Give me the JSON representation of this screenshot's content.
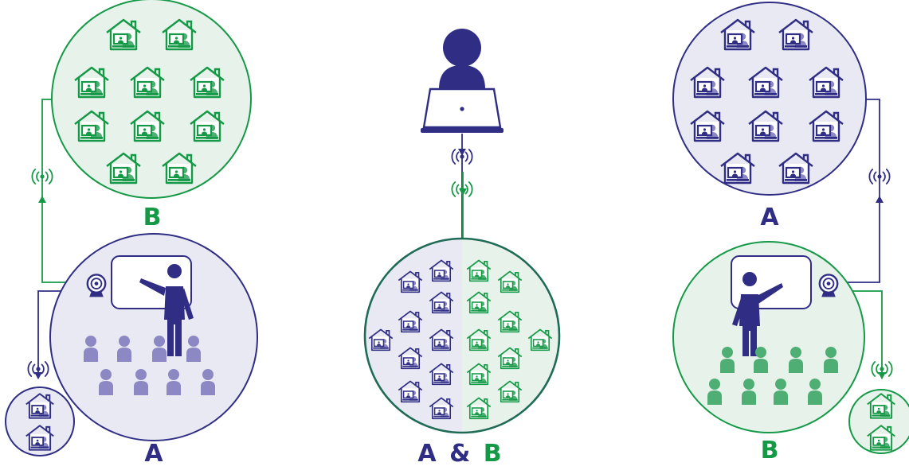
{
  "colors": {
    "blue": "#2f2e84",
    "blue_fill": "#e9e9f4",
    "blue_person": "#8b88c4",
    "green": "#159947",
    "green_fill": "#e7f3ea",
    "green_person": "#4fae73",
    "center_ring": "#1f6b55"
  },
  "icons": {
    "home": "home-computer-icon",
    "teacher": "teacher-at-whiteboard-icon",
    "webcam": "webcam-icon",
    "signal": "wireless-signal-icon",
    "laptop_user": "person-at-laptop-icon",
    "student": "student-icon"
  },
  "labels": {
    "left_top_group": "B",
    "left_bottom_group": "A",
    "right_top_group": "A",
    "right_bottom_group": "B",
    "center_a": "A",
    "center_amp": "&",
    "center_b": "B"
  }
}
